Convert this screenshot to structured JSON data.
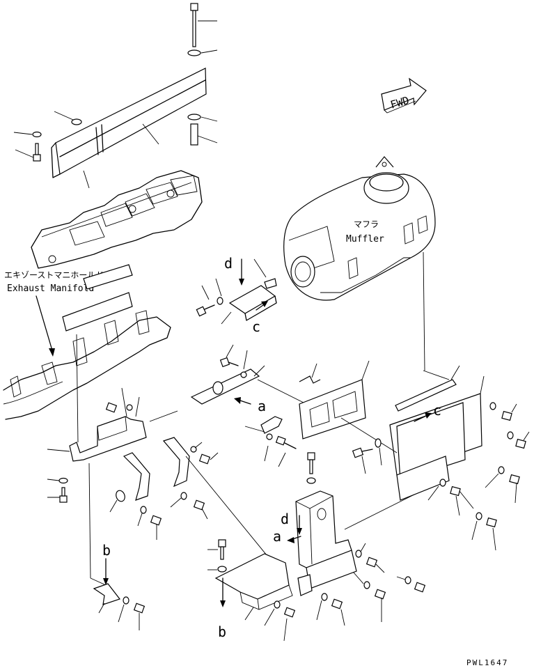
{
  "labels": {
    "muffler_jp": "マフラ",
    "muffler_en": "Muffler",
    "manifold_jp": "エキゾーストマニホールド",
    "manifold_en": "Exhaust Manifold",
    "fwd": "FWD",
    "ref_a1": "a",
    "ref_a2": "a",
    "ref_b1": "b",
    "ref_b2": "b",
    "ref_c1": "c",
    "ref_c2": "c",
    "ref_d1": "d",
    "ref_d2": "d",
    "drawing_code": "PWL1647"
  }
}
